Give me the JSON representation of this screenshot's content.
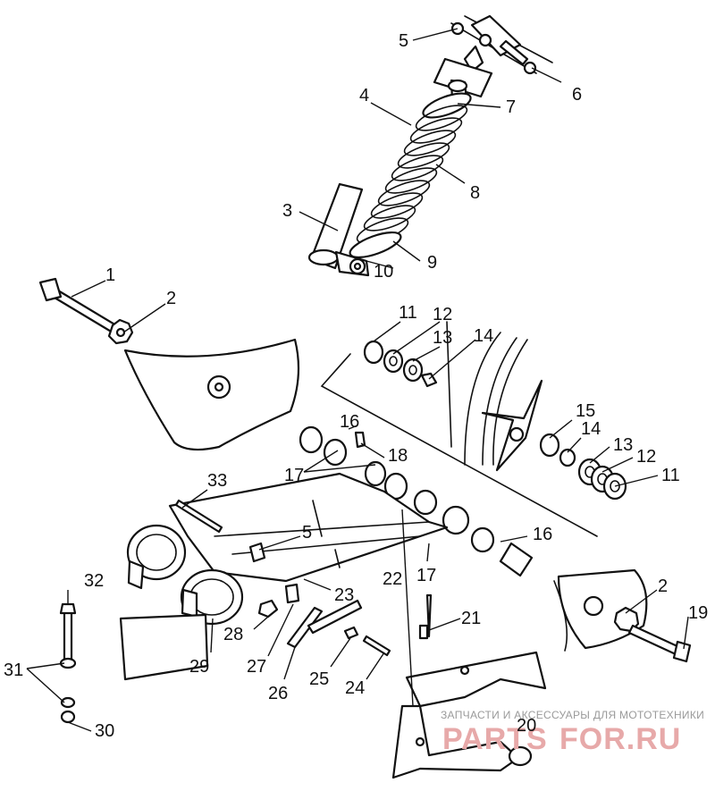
{
  "diagram": {
    "callouts": [
      "1",
      "2",
      "3",
      "4",
      "5",
      "6",
      "7",
      "8",
      "9",
      "10",
      "11",
      "12",
      "13",
      "14",
      "15",
      "16",
      "17",
      "18",
      "19",
      "20",
      "21",
      "22",
      "23",
      "24",
      "25",
      "26",
      "27",
      "28",
      "29",
      "30",
      "31",
      "32",
      "33"
    ]
  },
  "watermark": {
    "caption": "ЗАПЧАСТИ И АКСЕССУАРЫ ДЛЯ МОТОТЕХНИКИ",
    "brand_left": "PARTS",
    "brand_right": "FOR.RU"
  }
}
